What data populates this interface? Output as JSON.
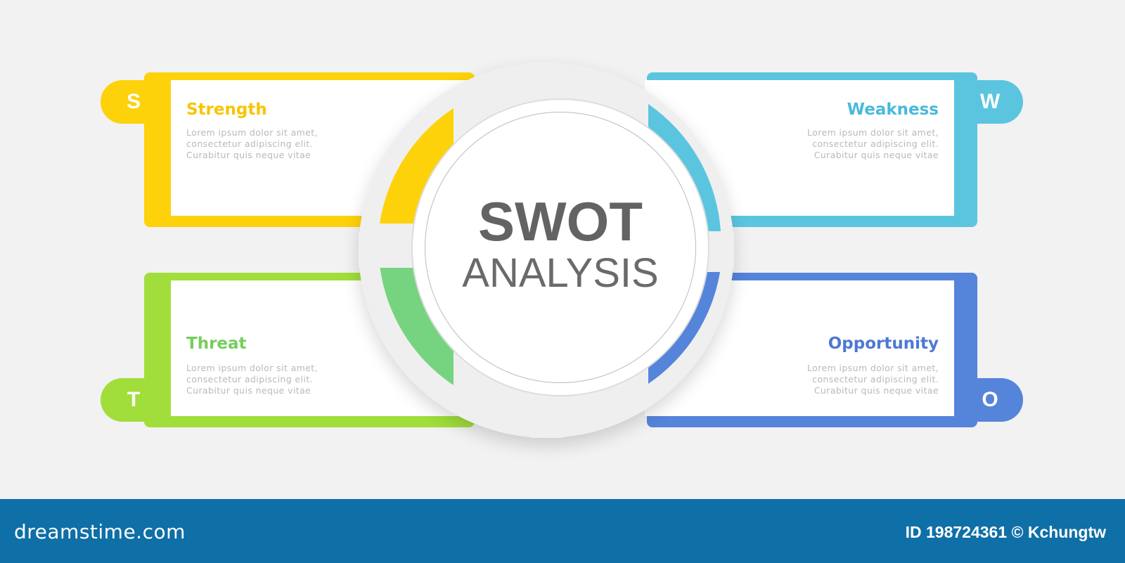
{
  "diagram": {
    "title": "SWOT",
    "subtitle": "ANALYSIS",
    "quadrants": {
      "strength": {
        "letter": "S",
        "title": "Strength",
        "lines": [
          "Lorem ipsum dolor sit amet,",
          "consectetur adipiscing elit.",
          "Curabitur quis neque vitae"
        ],
        "color": "#fdd20b"
      },
      "weakness": {
        "letter": "W",
        "title": "Weakness",
        "lines": [
          "Lorem ipsum dolor sit amet,",
          "consectetur adipiscing elit.",
          "Curabitur quis neque vitae"
        ],
        "color": "#5bc5e0"
      },
      "threat": {
        "letter": "T",
        "title": "Threat",
        "lines": [
          "Lorem ipsum dolor sit amet,",
          "consectetur adipiscing elit.",
          "Curabitur quis neque vitae"
        ],
        "color": "#a1de3c"
      },
      "opportunity": {
        "letter": "O",
        "title": "Opportunity",
        "lines": [
          "Lorem ipsum dolor sit amet,",
          "consectetur adipiscing elit.",
          "Curabitur quis neque vitae"
        ],
        "color": "#5584db"
      }
    }
  },
  "footer": {
    "logo": "dreamstime.com",
    "credit": "ID 198724361 © Kchungtw",
    "background": "#0f6fa7"
  }
}
